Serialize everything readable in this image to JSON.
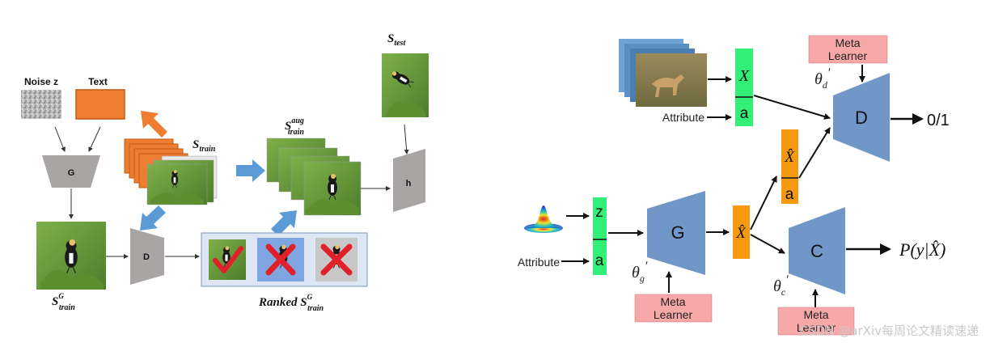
{
  "left_diagram": {
    "noise_label": "Noise z",
    "text_label": "Text",
    "generator_label": "G",
    "discriminator_label": "D",
    "classifier_label": "h",
    "s_train_label": "S",
    "s_train_sub": "train",
    "s_aug_label": "S",
    "s_aug_sup": "aug",
    "s_aug_sub": "train",
    "s_test_label": "S",
    "s_test_sub": "test",
    "s_gen_label": "S",
    "s_gen_sup": "G",
    "s_gen_sub": "train",
    "ranked_prefix": "Ranked S",
    "ranked_sup": "G",
    "ranked_sub": "train"
  },
  "right_diagram": {
    "meta_learner_label_1": "Meta",
    "meta_learner_label_2": "Learner",
    "theta_d": "θ",
    "theta_d_sub": "d",
    "theta_g": "θ",
    "theta_g_sub": "g",
    "theta_c": "θ",
    "theta_c_sub": "c",
    "prime": "′",
    "x_label": "X",
    "x_hat_label": "X̂",
    "a_label": "a",
    "z_label": "z",
    "attribute_label": "Attribute",
    "d_label": "D",
    "g_label": "G",
    "c_label": "C",
    "output_binary": "0/1",
    "output_prob": "P(y|X̂)"
  },
  "colors": {
    "gray_block": "#a9a5a4",
    "orange": "#ee7d31",
    "blue_arrow": "#5b9bd5",
    "blue_block": "#7196c8",
    "green": "#33ee77",
    "pink": "#f8a8a8",
    "orange_bar": "#f59a10",
    "red_x": "#e0202a"
  },
  "watermark": "CSDN @arXiv每周论文精读速递"
}
